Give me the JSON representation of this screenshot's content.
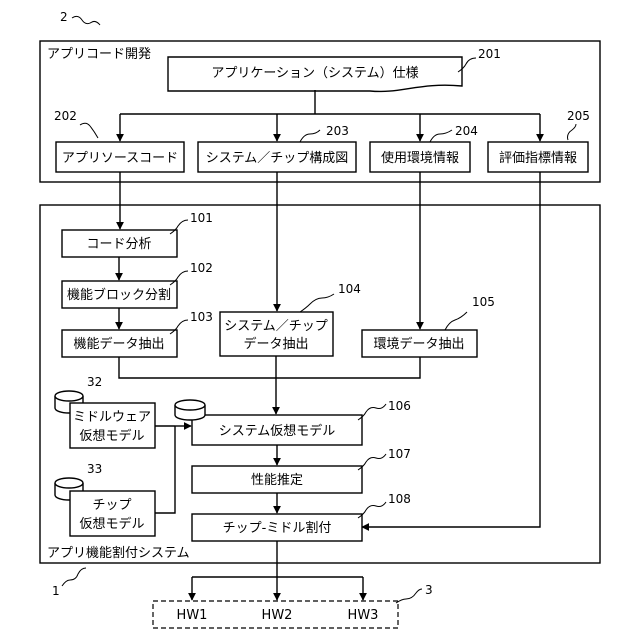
{
  "frames": {
    "app_dev": {
      "ref": "2",
      "label": "アプリコード開発"
    },
    "system": {
      "ref": "1",
      "label": "アプリ機能割付システム"
    },
    "hw": {
      "ref": "3",
      "items": [
        "HW1",
        "HW2",
        "HW3"
      ]
    }
  },
  "boxes": {
    "b201": {
      "ref": "201",
      "label": "アプリケーション（システム）仕様"
    },
    "b202": {
      "ref": "202",
      "label": "アプリソースコード"
    },
    "b203": {
      "ref": "203",
      "label": "システム／チップ構成図"
    },
    "b204": {
      "ref": "204",
      "label": "使用環境情報"
    },
    "b205": {
      "ref": "205",
      "label": "評価指標情報"
    },
    "b101": {
      "ref": "101",
      "label": "コード分析"
    },
    "b102": {
      "ref": "102",
      "label": "機能ブロック分割"
    },
    "b103": {
      "ref": "103",
      "label": "機能データ抽出"
    },
    "b104": {
      "ref": "104",
      "label1": "システム／チップ",
      "label2": "データ抽出"
    },
    "b105": {
      "ref": "105",
      "label": "環境データ抽出"
    },
    "b106": {
      "ref": "106",
      "label": "システム仮想モデル"
    },
    "b107": {
      "ref": "107",
      "label": "性能推定"
    },
    "b108": {
      "ref": "108",
      "label": "チップ-ミドル割付"
    }
  },
  "databases": {
    "db32": {
      "ref": "32",
      "label1": "ミドルウェア",
      "label2": "仮想モデル"
    },
    "db33": {
      "ref": "33",
      "label1": "チップ",
      "label2": "仮想モデル"
    }
  }
}
